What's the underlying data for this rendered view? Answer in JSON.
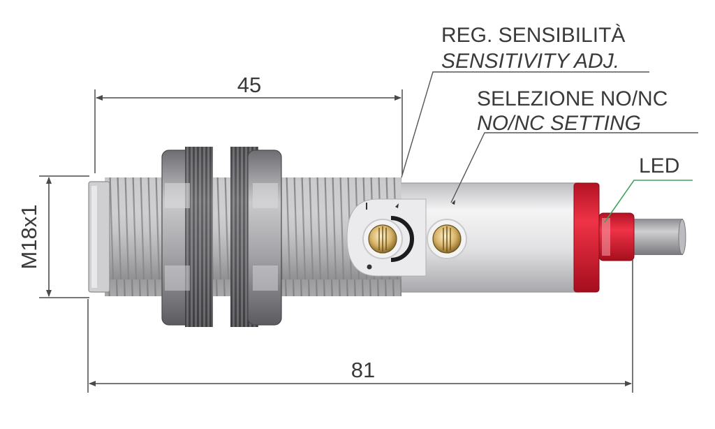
{
  "diagram": {
    "dimensions": {
      "thread_length": "45",
      "total_length": "81",
      "thread_size": "M18x1"
    },
    "callouts": {
      "sensitivity_it": "REG. SENSIBILITÀ",
      "sensitivity_en": "SENSITIVITY ADJ.",
      "nonc_it": "SELEZIONE NO/NC",
      "nonc_en": "NO/NC SETTING",
      "led": "LED"
    },
    "colors": {
      "led_red": "#e0283a",
      "body_grey": "#d9d9db",
      "line": "#4a4a4a"
    }
  }
}
